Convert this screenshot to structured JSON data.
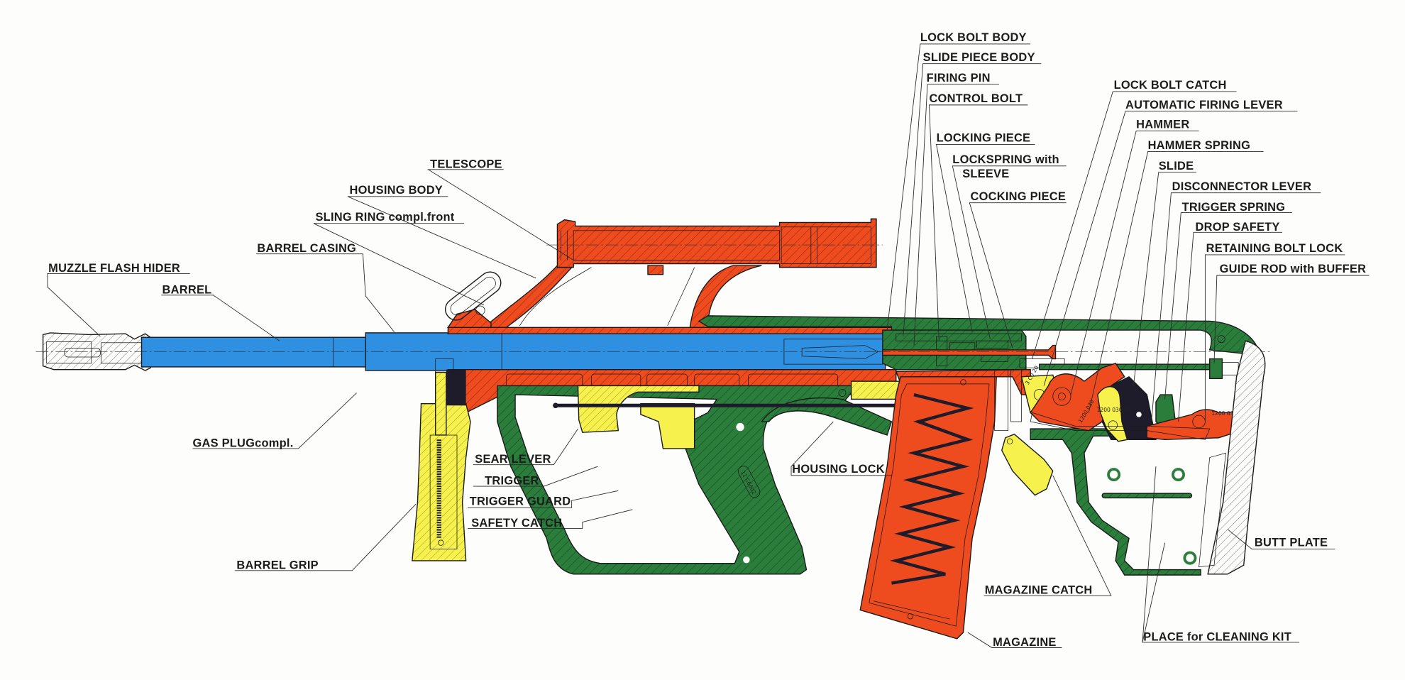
{
  "title": "Assault rifle sectional diagram",
  "colors": {
    "barrel_blue": "#2f8fe0",
    "housing_red": "#ee4b1e",
    "stock_green": "#2b7d3c",
    "part_yellow": "#f6f14c",
    "dark": "#1e1c2a",
    "background": "#fdfdfc"
  },
  "labels": {
    "lock_bolt_body": "LOCK BOLT BODY",
    "slide_piece_body": "SLIDE  PIECE BODY",
    "firing_pin": "FIRING PIN",
    "control_bolt": "CONTROL BOLT",
    "locking_piece": "LOCKING PIECE",
    "lock_spring_line1": "LOCKSPRING with",
    "lock_spring_line2": "SLEEVE",
    "cocking_piece": "COCKING PIECE",
    "lock_bolt_catch": "LOCK BOLT CATCH",
    "automatic_firing_lever": "AUTOMATIC FIRING  LEVER",
    "hammer": "HAMMER",
    "hammer_spring": "HAMMER SPRING",
    "slide": "SLIDE",
    "disconnector_lever": "DISCONNECTOR LEVER",
    "trigger_spring": "TRIGGER SPRING",
    "drop_safety": "DROP SAFETY",
    "retaining_bolt_lock": "RETAINING BOLT LOCK",
    "guide_rod_with_buffer": "GUIDE  ROD with BUFFER",
    "telescope": "TELESCOPE",
    "housing_body": "HOUSING BODY",
    "sling_ring": "SLING  RING compl.front",
    "barrel_casing": "BARREL CASING",
    "muzzle_flash_hider": "MUZZLE FLASH HIDER",
    "barrel": "BARREL",
    "gas_plug": "GAS PLUGcompl.",
    "sear_lever": "SEAR  LEVER",
    "trigger": "TRIGGER",
    "trigger_guard": "TRIGGER GUARD",
    "safety_catch": "SAFETY CATCH",
    "barrel_grip": "BARREL  GRIP",
    "housing_lock": "HOUSING LOCK",
    "magazine_catch": "MAGAZINE CATCH",
    "magazine": "MAGAZINE",
    "place_for_cleaning_kit": "PLACE  for CLEANING KIT",
    "butt_plate": "BUTT PLATE"
  },
  "part_numbers": {
    "automatic_lever": "3 C0 20",
    "hammer": "1200 030",
    "disconnector": "1200 030035",
    "drop_safety_lever": "1200 030 440",
    "grip_stamp": "11 C6002"
  }
}
